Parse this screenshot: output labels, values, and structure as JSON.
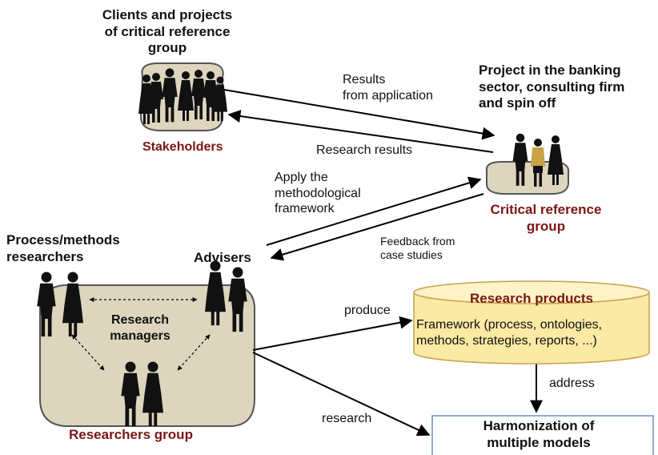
{
  "stakeholders": {
    "heading": [
      "Clients and projects",
      "of critical reference",
      "group"
    ],
    "label": "Stakeholders"
  },
  "critical_group": {
    "heading": [
      "Project in the  banking",
      "sector, consulting firm",
      "and spin off"
    ],
    "label": [
      "Critical reference",
      "group"
    ]
  },
  "researchers": {
    "left_heading": [
      "Process/methods",
      "researchers"
    ],
    "right_heading": "Advisers",
    "center_label": [
      "Research",
      "managers"
    ],
    "label": "Researchers group"
  },
  "edges": {
    "results_from_application": [
      "Results",
      "from  application"
    ],
    "research_results": "Research results",
    "apply_framework": [
      "Apply the",
      "methodological",
      "framework"
    ],
    "feedback": [
      "Feedback from",
      "case studies"
    ],
    "produce": "produce",
    "research": "research",
    "address": "address"
  },
  "research_products": {
    "title": "Research products",
    "body": [
      "Framework (process, ontologies,",
      "methods, strategies, reports, ...)"
    ]
  },
  "harmonization": {
    "title": [
      "Harmonization of",
      "multiple models"
    ]
  },
  "colors": {
    "group_fill": "#ddd5be",
    "cylinder_fill": "#fbeaa4",
    "label_red": "#7a1616",
    "box_border": "#6f8fbf"
  }
}
